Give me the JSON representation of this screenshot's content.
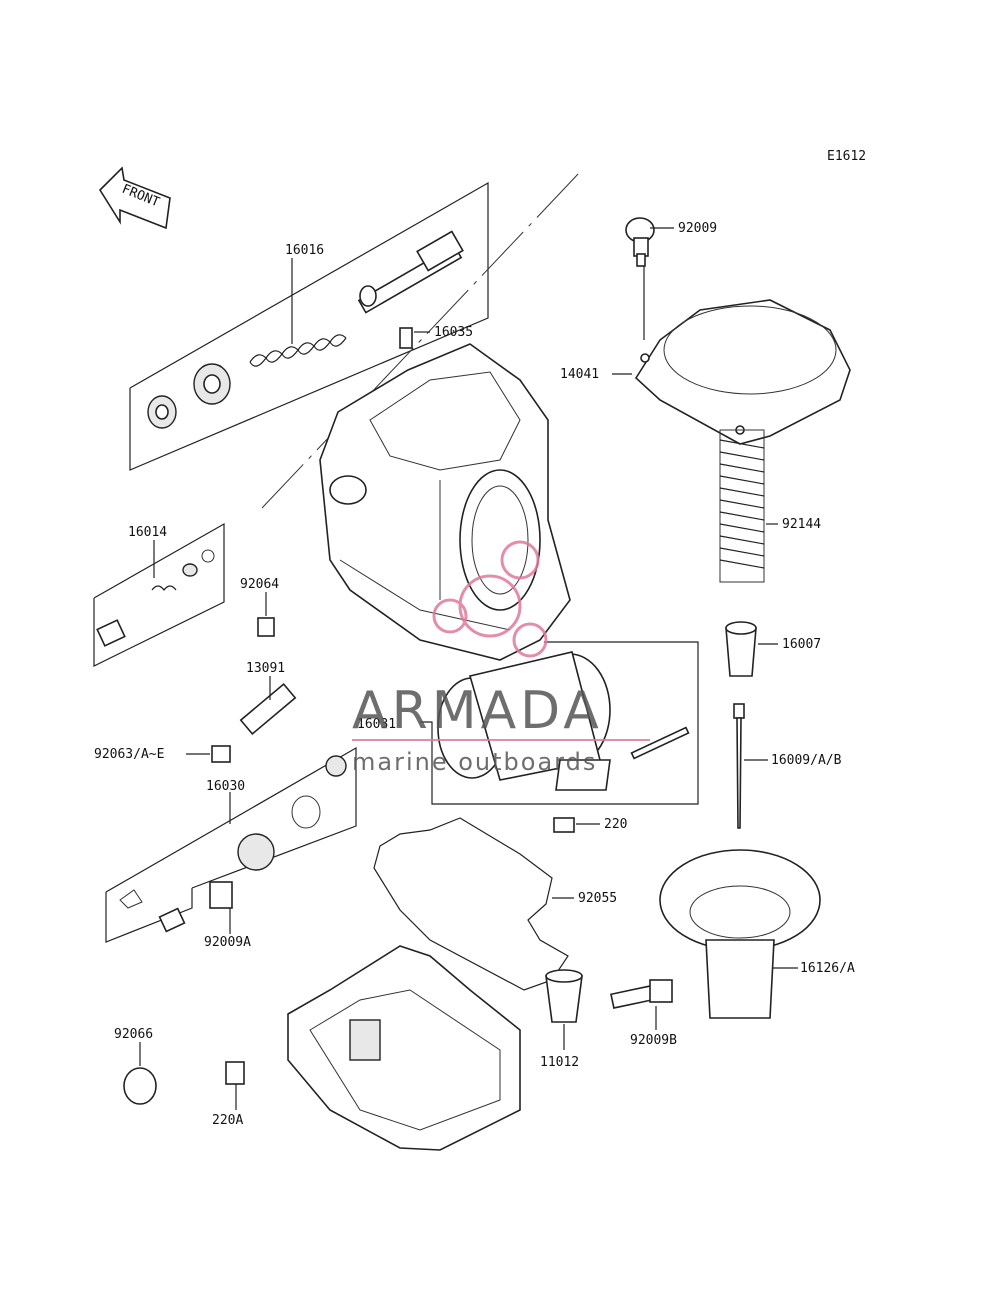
{
  "diagram_code": "E1612",
  "front_label": "FRONT",
  "watermark": {
    "brand": "ARMADA",
    "tagline": "marine outboards",
    "color": "#e07a9a",
    "text_color": "#555555"
  },
  "labels": {
    "p16016": "16016",
    "p16035": "16035",
    "p92009": "92009",
    "p14041": "14041",
    "p16014": "16014",
    "p92064": "92064",
    "p92144": "92144",
    "p16007": "16007",
    "p13091": "13091",
    "p16031": "16031",
    "p92063": "92063/A~E",
    "p16009": "16009/A/B",
    "p16030": "16030",
    "p220": "220",
    "p92055": "92055",
    "p92009A": "92009A",
    "p16126": "16126/A",
    "p92066": "92066",
    "p11012": "11012",
    "p92009B": "92009B",
    "p220A": "220A"
  }
}
